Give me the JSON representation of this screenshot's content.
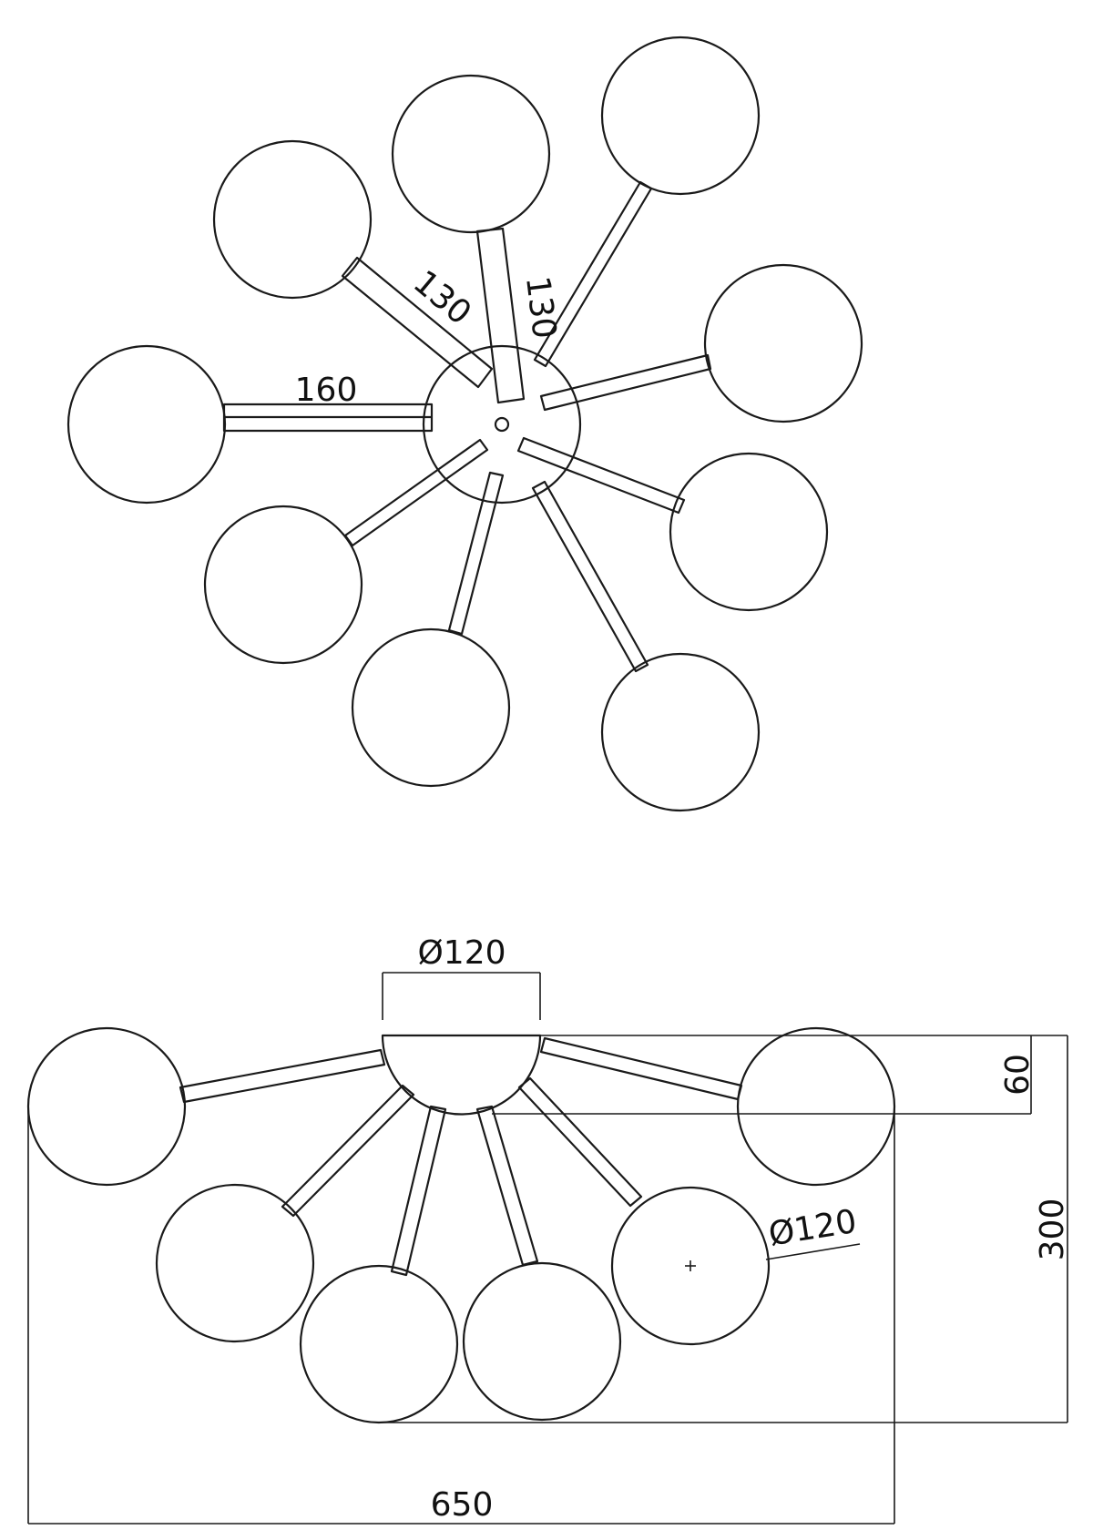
{
  "top_view": {
    "dimensions": {
      "arm_length_long": "160",
      "arm_length_a": "130",
      "arm_length_b": "130"
    }
  },
  "side_view": {
    "dimensions": {
      "canopy_diameter": "Ø120",
      "shade_diameter": "Ø120",
      "canopy_height": "60",
      "total_height": "300",
      "total_width": "650"
    }
  },
  "colors": {
    "line": "#1a1a1a",
    "background": "#ffffff"
  }
}
